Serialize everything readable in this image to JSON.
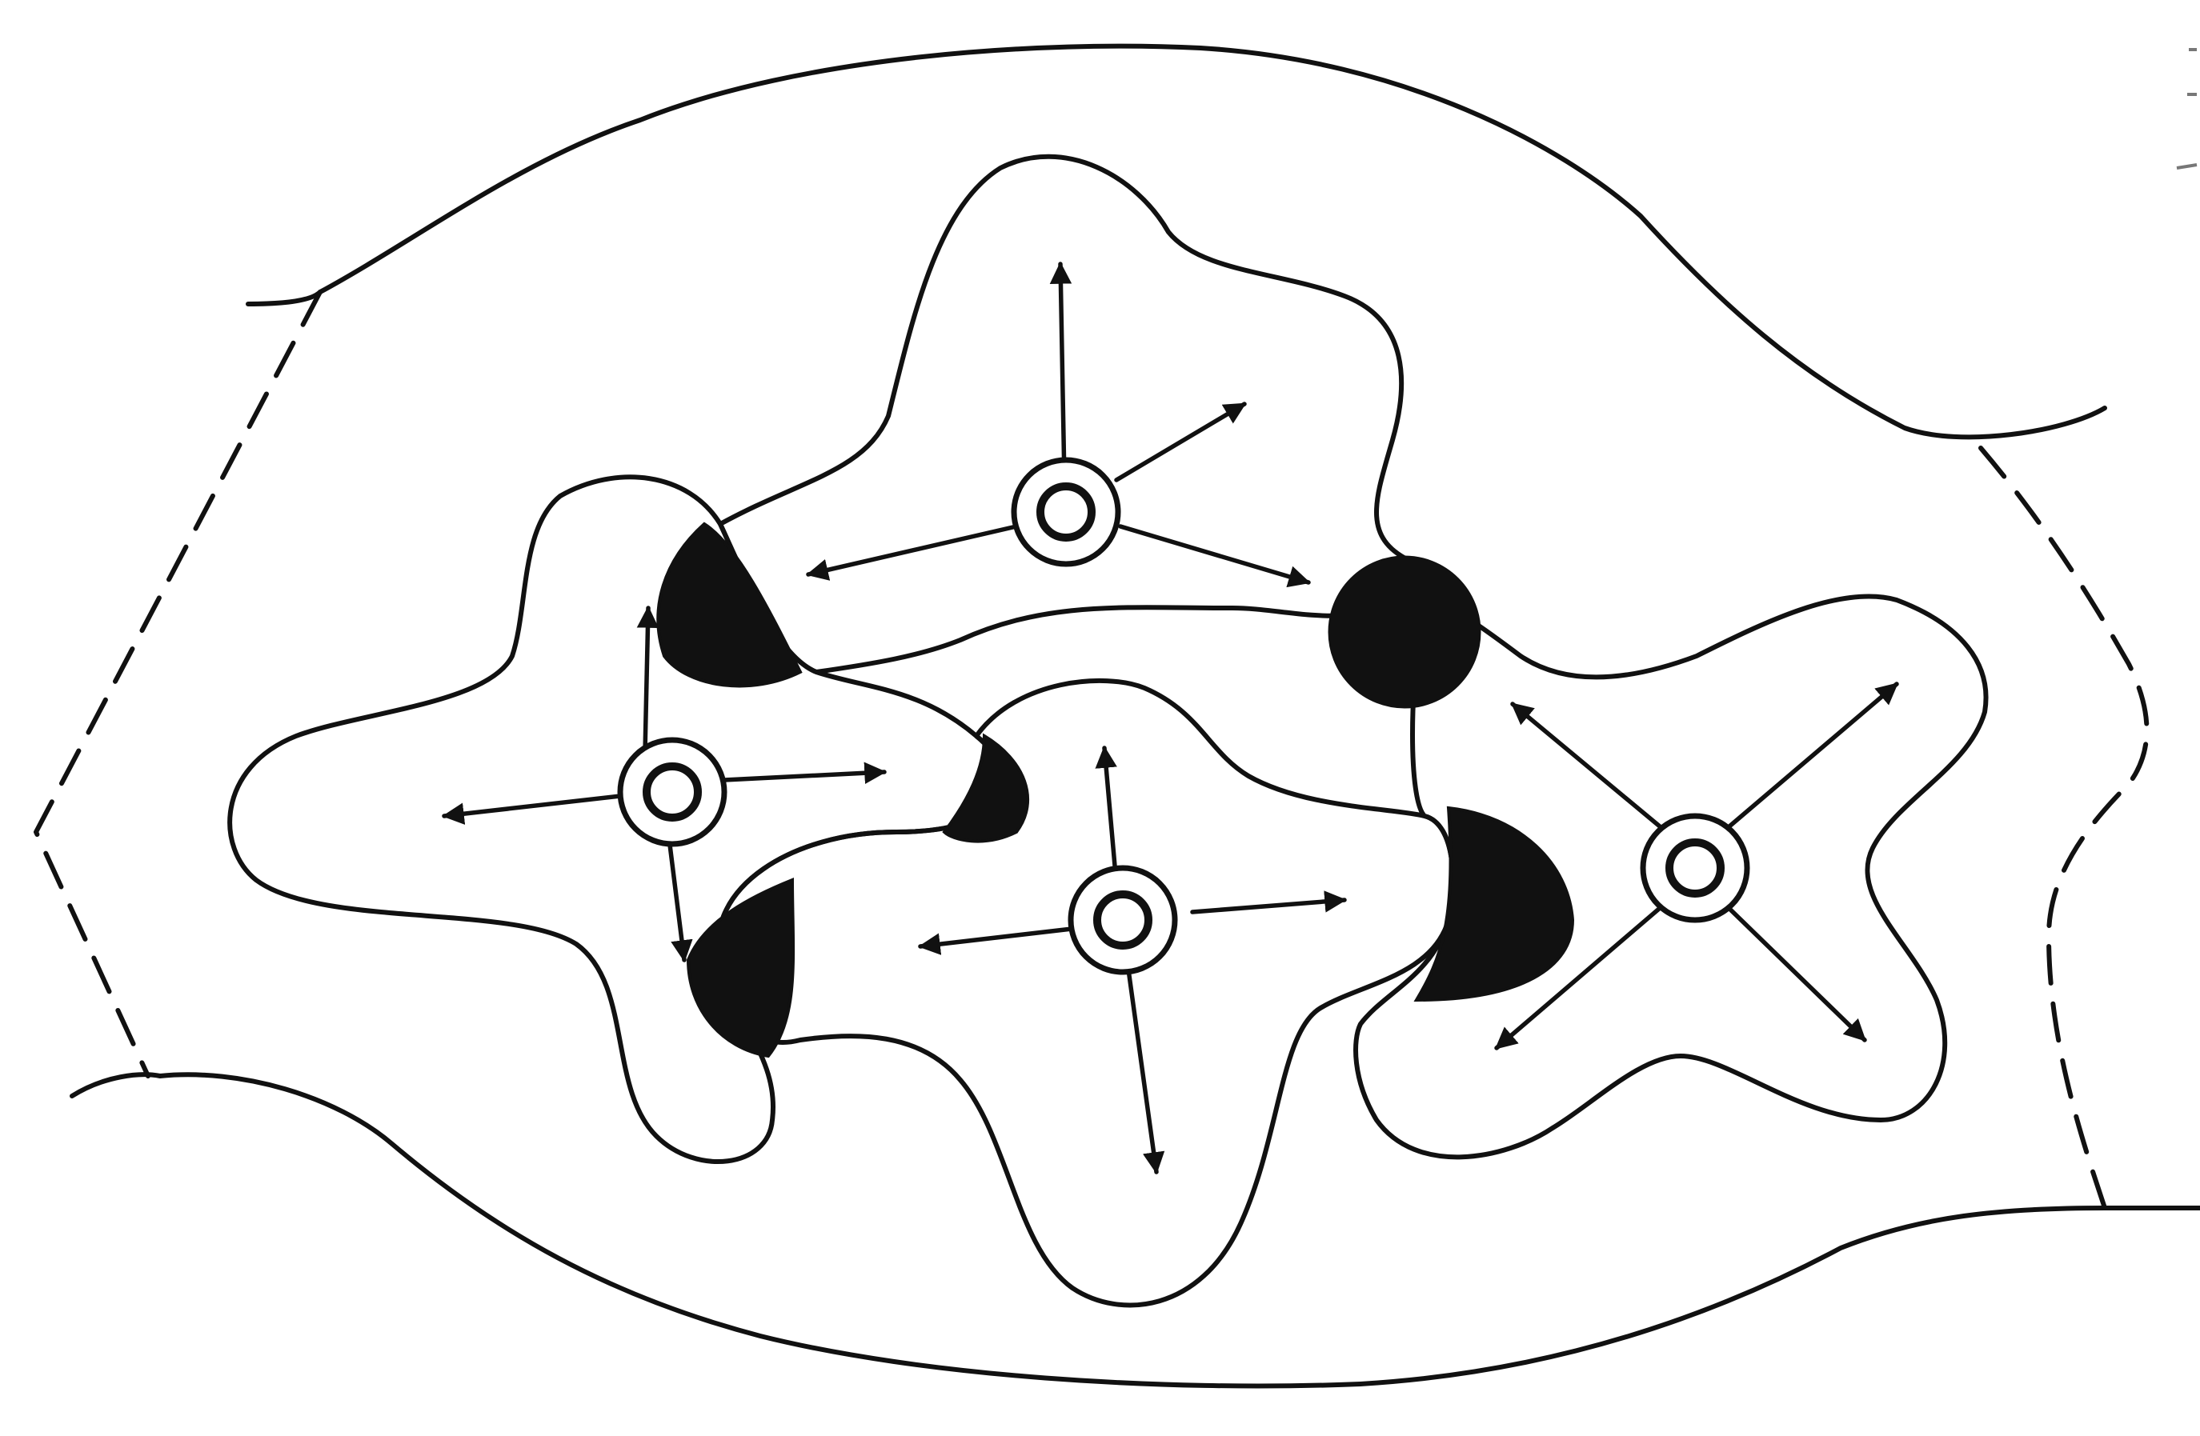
{
  "colors": {
    "background": "#ffffff",
    "ink": "#111111"
  },
  "diagram": {
    "region_count": 4,
    "nucleus_icon": "double-ring-circle",
    "arrow_icon": "outward-arrow",
    "contact_icon": "black-filled-lens",
    "boundary_styles": [
      "solid",
      "dashed"
    ]
  }
}
